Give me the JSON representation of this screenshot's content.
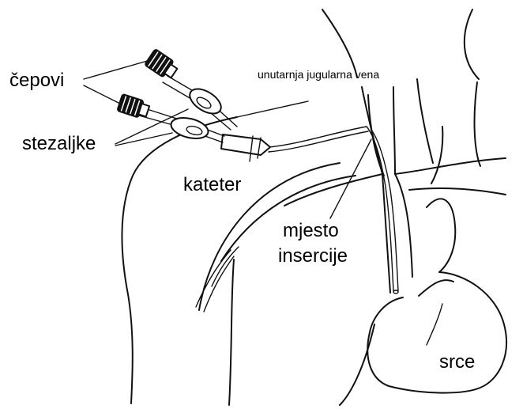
{
  "labels": {
    "caps": "čepovi",
    "clamps": "stezaljke",
    "catheter": "kateter",
    "internal_jugular_vein": "unutarnja jugularna vena",
    "insertion_site_line1": "mjesto",
    "insertion_site_line2": "insercije",
    "heart": "srce"
  }
}
